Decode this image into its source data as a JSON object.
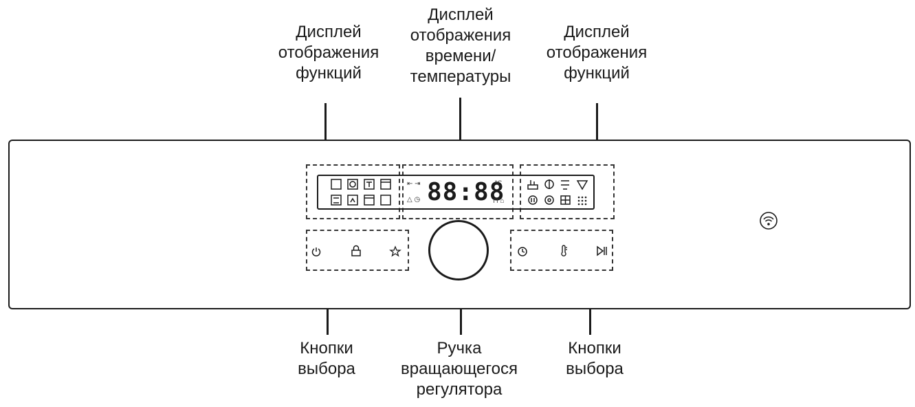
{
  "labels": {
    "function_display_left": "Дисплей\nотображения\nфункций",
    "time_temp_display": "Дисплей\nотображения\nвремени/\nтемпературы",
    "function_display_right": "Дисплей\nотображения\nфункций",
    "select_buttons_left": "Кнопки\nвыбора",
    "rotary_knob": "Ручка\nвращающегося\nрегулятора",
    "select_buttons_right": "Кнопки\nвыбора"
  },
  "display": {
    "time_readout": "88:88",
    "celsius_symbol": "℃"
  },
  "icons": {
    "left_buttons": [
      "power-icon",
      "lock-icon",
      "light-icon"
    ],
    "right_buttons": [
      "clock-icon",
      "temperature-icon",
      "play-pause-icon"
    ],
    "panel": [
      "wifi-icon"
    ]
  }
}
